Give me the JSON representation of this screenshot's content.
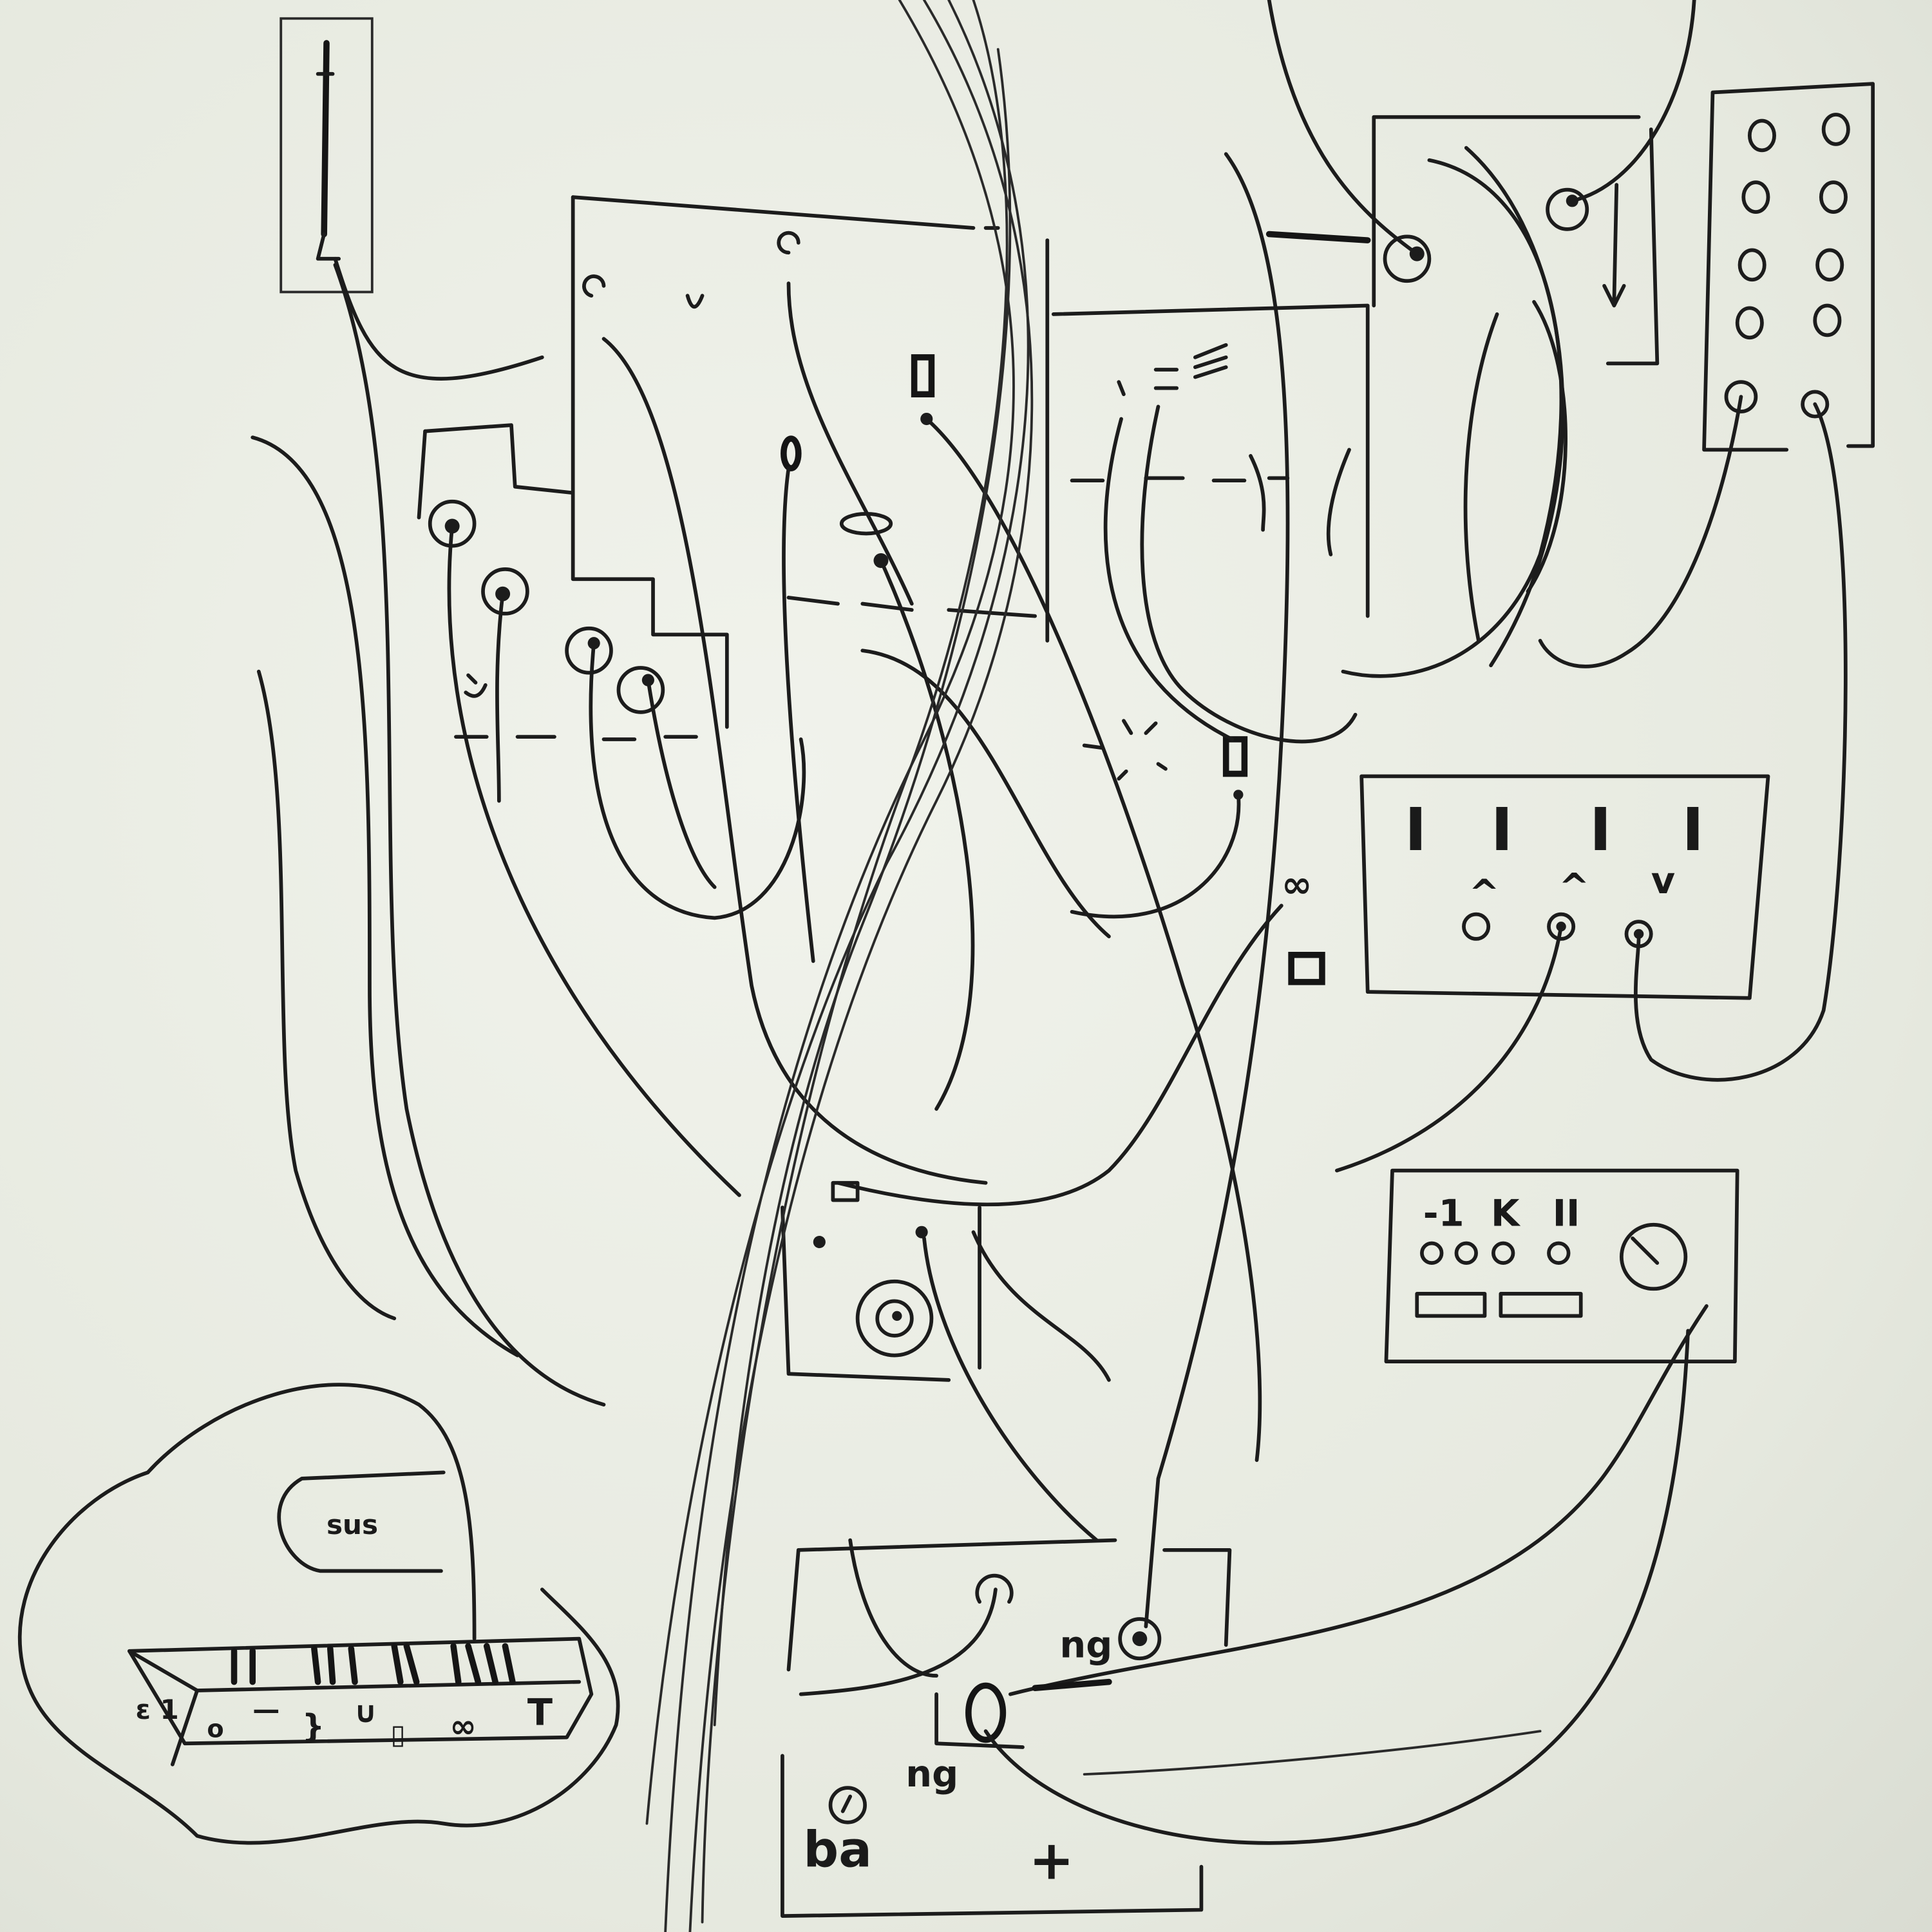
{
  "sketch": {
    "keyboard": {
      "display_label": "sus",
      "front_symbols": [
        "ε 1",
        "o",
        "—",
        "}",
        "∪",
        "▯",
        "∞",
        "T"
      ]
    },
    "bottom_module": {
      "jack_label_upper": "ng",
      "jack_label_lower": "ng",
      "knob_label": "ba",
      "plus_mark": "+"
    },
    "right_module": {
      "fader_symbols": [
        "I",
        "I",
        "I",
        "I"
      ],
      "arrow_symbols": [
        "^",
        "^",
        "v"
      ]
    },
    "mixer_module": {
      "top_symbols": [
        "-1",
        "K",
        "II"
      ]
    },
    "infinity_mark": "∞",
    "ink_color": "#1c1c1c",
    "paper_color": "#eef0e8"
  }
}
